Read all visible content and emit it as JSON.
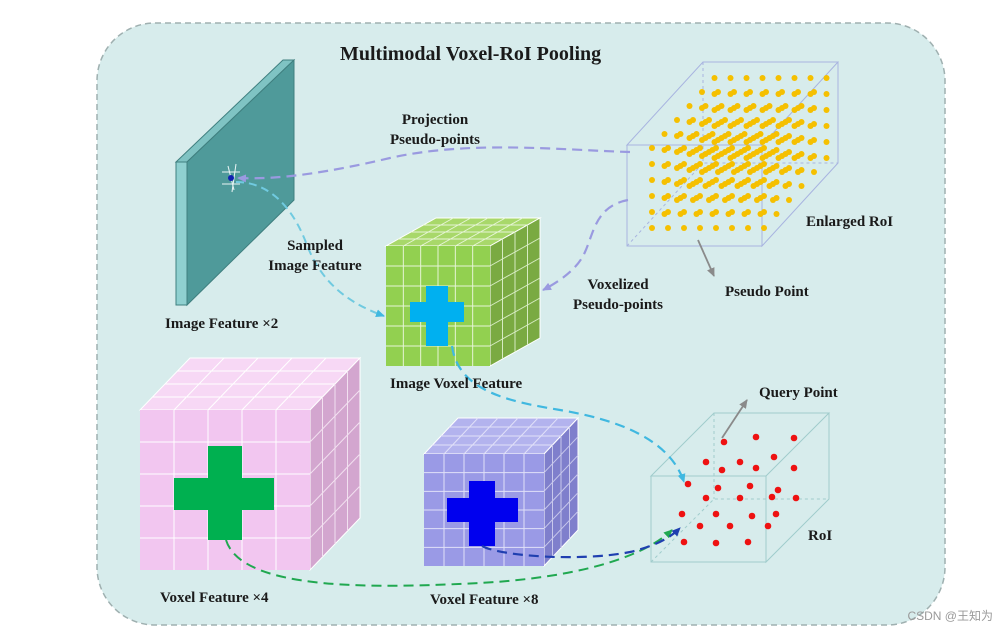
{
  "title": "Multimodal Voxel-RoI Pooling",
  "labels": {
    "projection": "Projection",
    "pseudo_points": "Pseudo-points",
    "enlarged_roi": "Enlarged RoI",
    "sampled": "Sampled",
    "image_feature": "Image Feature",
    "image_feature_x2": "Image Feature ×2",
    "voxelized": "Voxelized",
    "voxelized_pseudo_points": "Pseudo-points",
    "pseudo_point": "Pseudo Point",
    "image_voxel_feature": "Image Voxel Feature",
    "query_point": "Query Point",
    "roi": "RoI",
    "voxel_feature_x4": "Voxel Feature ×4",
    "voxel_feature_x8": "Voxel Feature ×8"
  },
  "watermark": "CSDN @王知为",
  "colors": {
    "panel_bg": "#d7ecec",
    "panel_border": "#9fb0b0",
    "image_plane": "#4f9a9a",
    "green_cube": "#92d050",
    "cyan_cross": "#00b0f0",
    "pink_cube": "#f2c6f0",
    "green_cross": "#00b050",
    "blue_cube": "#9a9ae6",
    "blue_cross": "#0000ee",
    "pseudo_point": "#f5c000",
    "query_point": "#ee1111",
    "arrow_lavender": "#9a9ae0",
    "arrow_cyan": "#40b8e0",
    "arrow_green": "#20a850",
    "arrow_navy": "#1f3fb0"
  }
}
